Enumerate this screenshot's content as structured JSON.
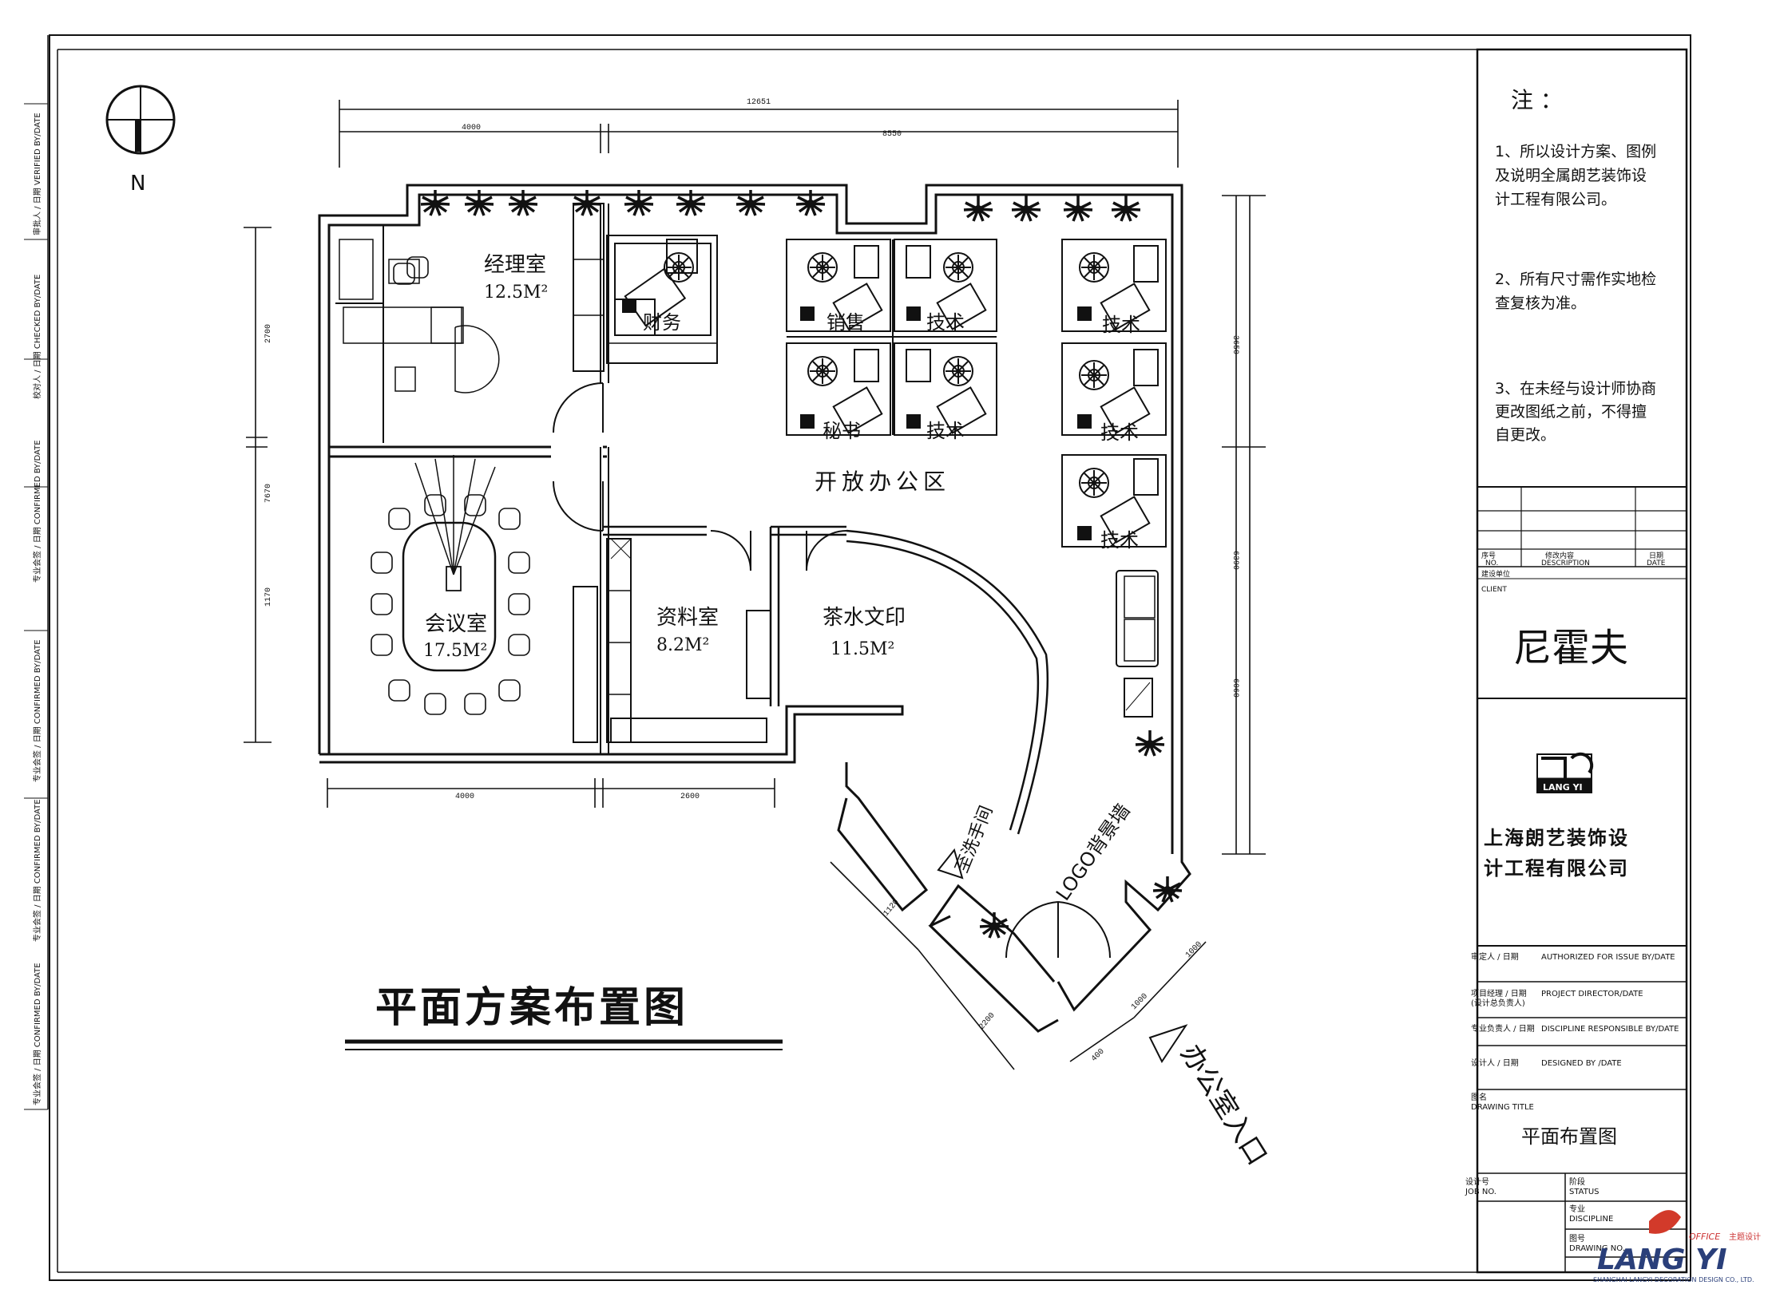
{
  "compass": {
    "north": "N"
  },
  "dimensions": {
    "top_total": "12651",
    "top_left": "4000",
    "top_right": "8550",
    "bottom_left": "4000",
    "bottom_right": "2600",
    "left_upper": "2700",
    "left_total": "7670",
    "left_lower": "1170",
    "right_upper": "3650",
    "right_total": "6390",
    "right_lower": "6060",
    "entry_a": "1120",
    "entry_b": "2200",
    "entry_c": "1000",
    "entry_d": "1000",
    "entry_e": "400"
  },
  "rooms": {
    "manager": {
      "name": "经理室",
      "area": "12.5M²"
    },
    "meeting": {
      "name": "会议室",
      "area": "17.5M²"
    },
    "archive": {
      "name": "资料室",
      "area": "8.2M²"
    },
    "tea": {
      "name": "茶水文印",
      "area": "11.5M²"
    },
    "open_office": "开放办公区",
    "finance": "财务",
    "sales": "销售",
    "secretary": "秘书",
    "tech": "技术",
    "washroom": "至洗手间",
    "logo_wall": "LOGO背景墙",
    "entrance": "办公室入口"
  },
  "drawing_title": "平面方案布置图",
  "left_strip": [
    "审批人 / 日期 VERIFIED BY/DATE",
    "校对人 / 日期 CHECKED BY/DATE",
    "专业会签 / 日期 CONFIRMED BY/DATE",
    "专业会签 / 日期 CONFIRMED BY/DATE",
    "专业会签 / 日期 CONFIRMED BY/DATE",
    "专业会签 / 日期 CONFIRMED BY/DATE"
  ],
  "title_block": {
    "notes_heading": "注 ：",
    "notes": [
      [
        "1、所以设计方案、图例",
        "及说明全属朗艺装饰设",
        "计工程有限公司。"
      ],
      [
        "2、所有尺寸需作实地检",
        "查复核为准。"
      ],
      [
        "3、在未经与设计师协商",
        "更改图纸之前，不得擅",
        "自更改。"
      ]
    ],
    "rev_no": "序号",
    "rev_no_en": "NO.",
    "rev_desc": "修改内容",
    "rev_desc_en": "DESCRIPTION",
    "rev_date": "日期",
    "rev_date_en": "DATE",
    "client_cn": "建设单位",
    "client_en": "CLIENT",
    "client_name": "尼霍夫",
    "logo_text": "LANG YI",
    "company_line1": "上海朗艺装饰设",
    "company_line2": "计工程有限公司",
    "authorized": [
      "审定人 / 日期",
      "AUTHORIZED FOR ISSUE BY/DATE"
    ],
    "director": [
      "项目经理 / 日期",
      "(设计总负责人)",
      "PROJECT DIRECTOR/DATE"
    ],
    "discipline_resp": [
      "专业负责人 / 日期",
      "DISCIPLINE RESPONSIBLE BY/DATE"
    ],
    "designed": [
      "设计人 / 日期",
      "DESIGNED BY /DATE"
    ],
    "drawing_title_label": [
      "图名",
      "DRAWING TITLE"
    ],
    "drawing_title_value": "平面布置图",
    "job_no": [
      "设计号",
      "JOB NO."
    ],
    "status": [
      "阶段",
      "STATUS"
    ],
    "discipline": [
      "专业",
      "DISCIPLINE"
    ],
    "drawing_no": [
      "图号",
      "DRAWING NO."
    ]
  },
  "watermark": {
    "office": "OFFICE",
    "tagline": "主题设计",
    "brand": "LANG YI",
    "company_en": "SHANGHAI LANGYI DECORATION DESIGN CO., LTD."
  }
}
